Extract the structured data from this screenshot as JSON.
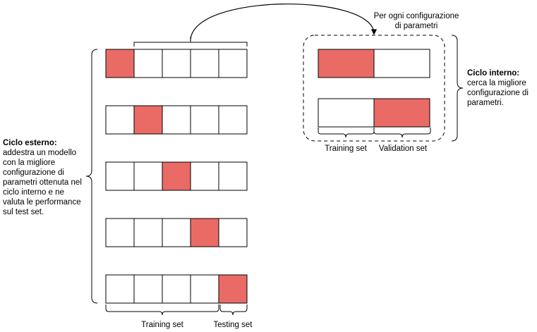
{
  "diagram": {
    "colors": {
      "highlight": "#EA6B66",
      "empty": "#FFFFFF",
      "stroke": "#000000"
    },
    "outer": {
      "folds": 5,
      "highlighted_fold_per_row": [
        0,
        1,
        2,
        3,
        4
      ],
      "label_title": "Ciclo esterno:",
      "label_lines": [
        "addestra un modello",
        "con la migliore",
        "configurazione di",
        "parametri ottenuta nel",
        "ciclo interno e ne",
        "valuta le performance",
        "sul test set."
      ],
      "training_set_label": "Training set",
      "testing_set_label": "Testing set"
    },
    "inner": {
      "header_lines": [
        "Per ogni configurazione",
        "di parametri"
      ],
      "label_title": "Ciclo interno:",
      "label_lines": [
        "cerca la migliore",
        "configurazione di",
        "parametri."
      ],
      "training_set_label": "Training set",
      "validation_set_label": "Validation set",
      "rows": [
        {
          "highlighted_part": 0
        },
        {
          "highlighted_part": 1
        }
      ]
    }
  }
}
